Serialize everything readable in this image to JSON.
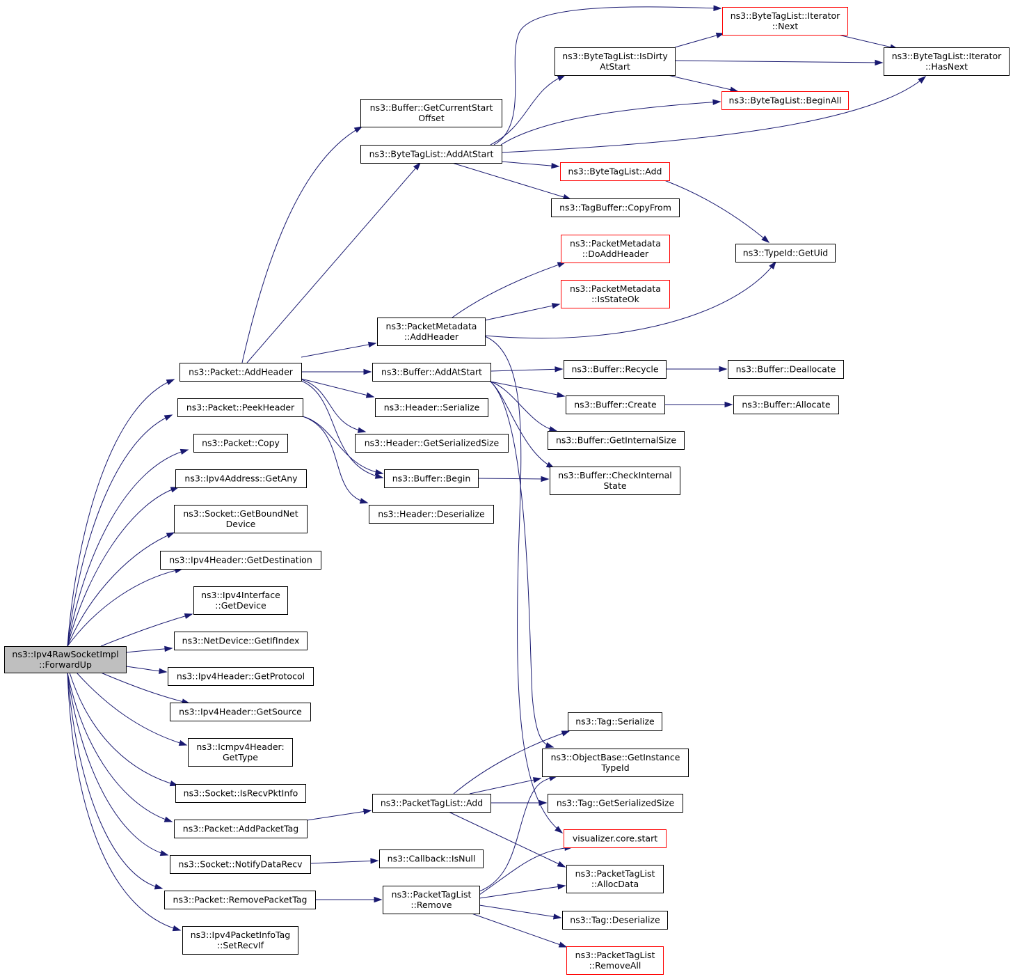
{
  "nodes": [
    {
      "id": "root",
      "lines": [
        "ns3::Ipv4RawSocketImpl",
        "::ForwardUp"
      ],
      "style": "root"
    },
    {
      "id": "pkt_addheader",
      "lines": [
        "ns3::Packet::AddHeader"
      ]
    },
    {
      "id": "pkt_peekheader",
      "lines": [
        "ns3::Packet::PeekHeader"
      ]
    },
    {
      "id": "pkt_copy",
      "lines": [
        "ns3::Packet::Copy"
      ]
    },
    {
      "id": "ipv4addr_getany",
      "lines": [
        "ns3::Ipv4Address::GetAny"
      ]
    },
    {
      "id": "sock_getbound",
      "lines": [
        "ns3::Socket::GetBoundNet",
        "Device"
      ]
    },
    {
      "id": "ipv4hdr_getdest",
      "lines": [
        "ns3::Ipv4Header::GetDestination"
      ]
    },
    {
      "id": "ipv4if_getdev",
      "lines": [
        "ns3::Ipv4Interface",
        "::GetDevice"
      ]
    },
    {
      "id": "netdev_getif",
      "lines": [
        "ns3::NetDevice::GetIfIndex"
      ]
    },
    {
      "id": "ipv4hdr_getproto",
      "lines": [
        "ns3::Ipv4Header::GetProtocol"
      ]
    },
    {
      "id": "ipv4hdr_getsrc",
      "lines": [
        "ns3::Ipv4Header::GetSource"
      ]
    },
    {
      "id": "icmp_gettype",
      "lines": [
        "ns3::Icmpv4Header:",
        "GetType"
      ]
    },
    {
      "id": "sock_isrecv",
      "lines": [
        "ns3::Socket::IsRecvPktInfo"
      ]
    },
    {
      "id": "pkt_addtag",
      "lines": [
        "ns3::Packet::AddPacketTag"
      ]
    },
    {
      "id": "sock_notify",
      "lines": [
        "ns3::Socket::NotifyDataRecv"
      ]
    },
    {
      "id": "pkt_removetag",
      "lines": [
        "ns3::Packet::RemovePacketTag"
      ]
    },
    {
      "id": "ipv4info_setrecv",
      "lines": [
        "ns3::Ipv4PacketInfoTag",
        "::SetRecvIf"
      ]
    },
    {
      "id": "buf_getcur",
      "lines": [
        "ns3::Buffer::GetCurrentStart",
        "Offset"
      ]
    },
    {
      "id": "btl_addatstart",
      "lines": [
        "ns3::ByteTagList::AddAtStart"
      ]
    },
    {
      "id": "pm_addheader",
      "lines": [
        "ns3::PacketMetadata",
        "::AddHeader"
      ]
    },
    {
      "id": "buf_addatstart",
      "lines": [
        "ns3::Buffer::AddAtStart"
      ]
    },
    {
      "id": "hdr_serialize",
      "lines": [
        "ns3::Header::Serialize"
      ]
    },
    {
      "id": "hdr_getsize",
      "lines": [
        "ns3::Header::GetSerializedSize"
      ]
    },
    {
      "id": "buf_begin",
      "lines": [
        "ns3::Buffer::Begin"
      ]
    },
    {
      "id": "hdr_deser",
      "lines": [
        "ns3::Header::Deserialize"
      ]
    },
    {
      "id": "ptl_add",
      "lines": [
        "ns3::PacketTagList::Add"
      ]
    },
    {
      "id": "cb_isnull",
      "lines": [
        "ns3::Callback::IsNull"
      ]
    },
    {
      "id": "ptl_remove",
      "lines": [
        "ns3::PacketTagList",
        "::Remove"
      ]
    },
    {
      "id": "btl_isdirty",
      "lines": [
        "ns3::ByteTagList::IsDirty",
        "AtStart"
      ]
    },
    {
      "id": "btl_iter_next",
      "lines": [
        "ns3::ByteTagList::Iterator",
        "::Next"
      ],
      "style": "red"
    },
    {
      "id": "btl_beginall",
      "lines": [
        "ns3::ByteTagList::BeginAll"
      ],
      "style": "red"
    },
    {
      "id": "btl_add",
      "lines": [
        "ns3::ByteTagList::Add"
      ],
      "style": "red"
    },
    {
      "id": "tagbuf_copy",
      "lines": [
        "ns3::TagBuffer::CopyFrom"
      ]
    },
    {
      "id": "pm_doadd",
      "lines": [
        "ns3::PacketMetadata",
        "::DoAddHeader"
      ],
      "style": "red"
    },
    {
      "id": "pm_isok",
      "lines": [
        "ns3::PacketMetadata",
        "::IsStateOk"
      ],
      "style": "red"
    },
    {
      "id": "buf_recycle",
      "lines": [
        "ns3::Buffer::Recycle"
      ]
    },
    {
      "id": "buf_create",
      "lines": [
        "ns3::Buffer::Create"
      ]
    },
    {
      "id": "buf_getint",
      "lines": [
        "ns3::Buffer::GetInternalSize"
      ]
    },
    {
      "id": "buf_check",
      "lines": [
        "ns3::Buffer::CheckInternal",
        "State"
      ]
    },
    {
      "id": "tag_ser",
      "lines": [
        "ns3::Tag::Serialize"
      ]
    },
    {
      "id": "ob_gettype",
      "lines": [
        "ns3::ObjectBase::GetInstance",
        "TypeId"
      ]
    },
    {
      "id": "tag_getsize",
      "lines": [
        "ns3::Tag::GetSerializedSize"
      ]
    },
    {
      "id": "viz_start",
      "lines": [
        "visualizer.core.start"
      ],
      "style": "red"
    },
    {
      "id": "ptl_alloc",
      "lines": [
        "ns3::PacketTagList",
        "::AllocData"
      ]
    },
    {
      "id": "tag_deser",
      "lines": [
        "ns3::Tag::Deserialize"
      ]
    },
    {
      "id": "ptl_removeall",
      "lines": [
        "ns3::PacketTagList",
        "::RemoveAll"
      ],
      "style": "red"
    },
    {
      "id": "btl_iter_hasnext",
      "lines": [
        "ns3::ByteTagList::Iterator",
        "::HasNext"
      ]
    },
    {
      "id": "typeid_getuid",
      "lines": [
        "ns3::TypeId::GetUid"
      ]
    },
    {
      "id": "buf_dealloc",
      "lines": [
        "ns3::Buffer::Deallocate"
      ]
    },
    {
      "id": "buf_alloc",
      "lines": [
        "ns3::Buffer::Allocate"
      ]
    }
  ],
  "edges": [
    [
      "root",
      "pkt_addheader"
    ],
    [
      "root",
      "pkt_peekheader"
    ],
    [
      "root",
      "pkt_copy"
    ],
    [
      "root",
      "ipv4addr_getany"
    ],
    [
      "root",
      "sock_getbound"
    ],
    [
      "root",
      "ipv4hdr_getdest"
    ],
    [
      "root",
      "ipv4if_getdev"
    ],
    [
      "root",
      "netdev_getif"
    ],
    [
      "root",
      "ipv4hdr_getproto"
    ],
    [
      "root",
      "ipv4hdr_getsrc"
    ],
    [
      "root",
      "icmp_gettype"
    ],
    [
      "root",
      "sock_isrecv"
    ],
    [
      "root",
      "pkt_addtag"
    ],
    [
      "root",
      "sock_notify"
    ],
    [
      "root",
      "pkt_removetag"
    ],
    [
      "root",
      "ipv4info_setrecv"
    ],
    [
      "pkt_addheader",
      "buf_getcur"
    ],
    [
      "pkt_addheader",
      "btl_addatstart"
    ],
    [
      "pkt_addheader",
      "pm_addheader"
    ],
    [
      "pkt_addheader",
      "buf_addatstart"
    ],
    [
      "pkt_addheader",
      "hdr_serialize"
    ],
    [
      "pkt_addheader",
      "hdr_getsize"
    ],
    [
      "pkt_addheader",
      "buf_begin"
    ],
    [
      "pkt_peekheader",
      "buf_begin"
    ],
    [
      "pkt_peekheader",
      "hdr_deser"
    ],
    [
      "btl_addatstart",
      "btl_isdirty"
    ],
    [
      "btl_addatstart",
      "btl_iter_next"
    ],
    [
      "btl_addatstart",
      "btl_beginall"
    ],
    [
      "btl_addatstart",
      "btl_iter_hasnext"
    ],
    [
      "btl_addatstart",
      "btl_add"
    ],
    [
      "btl_addatstart",
      "tagbuf_copy"
    ],
    [
      "btl_isdirty",
      "btl_iter_next"
    ],
    [
      "btl_isdirty",
      "btl_iter_hasnext"
    ],
    [
      "btl_isdirty",
      "btl_beginall"
    ],
    [
      "btl_iter_next",
      "btl_iter_hasnext"
    ],
    [
      "btl_add",
      "typeid_getuid"
    ],
    [
      "pm_addheader",
      "pm_doadd"
    ],
    [
      "pm_addheader",
      "pm_isok"
    ],
    [
      "pm_addheader",
      "typeid_getuid"
    ],
    [
      "pm_addheader",
      "viz_start"
    ],
    [
      "buf_addatstart",
      "buf_recycle"
    ],
    [
      "buf_addatstart",
      "buf_create"
    ],
    [
      "buf_addatstart",
      "buf_getint"
    ],
    [
      "buf_addatstart",
      "buf_check"
    ],
    [
      "buf_addatstart",
      "ob_gettype"
    ],
    [
      "buf_begin",
      "buf_check"
    ],
    [
      "buf_recycle",
      "buf_dealloc"
    ],
    [
      "buf_create",
      "buf_alloc"
    ],
    [
      "pkt_addtag",
      "ptl_add"
    ],
    [
      "ptl_add",
      "tag_ser"
    ],
    [
      "ptl_add",
      "ob_gettype"
    ],
    [
      "ptl_add",
      "tag_getsize"
    ],
    [
      "ptl_add",
      "ptl_alloc"
    ],
    [
      "sock_notify",
      "cb_isnull"
    ],
    [
      "pkt_removetag",
      "ptl_remove"
    ],
    [
      "ptl_remove",
      "ob_gettype"
    ],
    [
      "ptl_remove",
      "viz_start"
    ],
    [
      "ptl_remove",
      "ptl_alloc"
    ],
    [
      "ptl_remove",
      "tag_deser"
    ],
    [
      "ptl_remove",
      "ptl_removeall"
    ]
  ]
}
